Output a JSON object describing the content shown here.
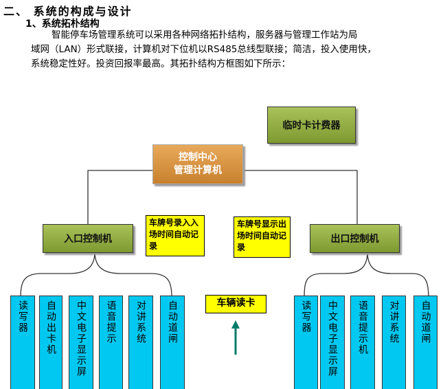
{
  "heading": "二、 系统的构成与设计",
  "subheading": "1、系统拓朴结构",
  "paragraph": [
    "智能停车场管理系统可以采用各种网络拓扑结构，服务器与管理工作站为局",
    "域网（LAN）形式联接，计算机对下位机以RS485总线型联接；简洁，投入使用快，",
    "系统稳定性好。投资回报率最高。其拓扑结构方框图如下所示："
  ],
  "diagram": {
    "temp_card": "临时卡计费器",
    "control_center": [
      "控制中心",
      "管理计算机"
    ],
    "entrance": "入口控制机",
    "exit": "出口控制机",
    "entrance_note": "车牌号录入入场时间自动记录",
    "exit_note": "车牌号显示出场时间自动记录",
    "vehicle_card": "车辆读卡",
    "entrance_devices": [
      "读写器",
      "自动出卡机",
      "中文电子显示屏",
      "语音提示",
      "对讲系统",
      "自动道闸"
    ],
    "exit_devices": [
      "读写器",
      "中文电子显示屏",
      "语音提示机",
      "对讲系统",
      "自动道闸"
    ]
  }
}
